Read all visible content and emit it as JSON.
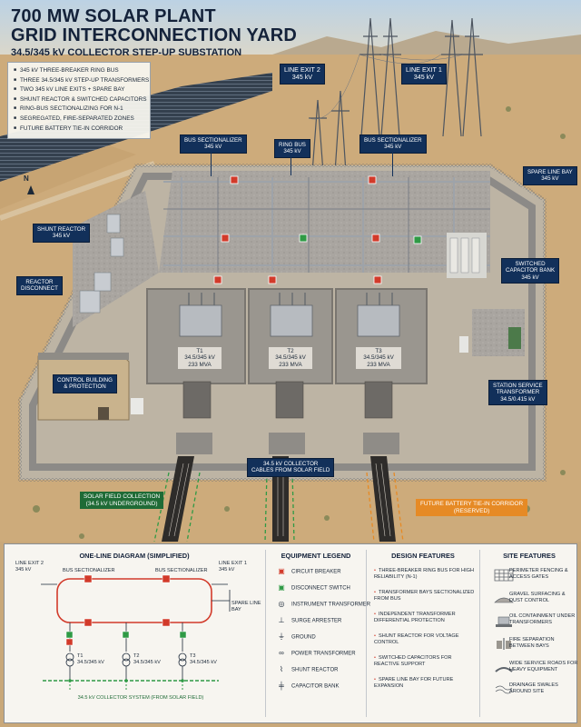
{
  "scene": {
    "title_line1": "700 MW SOLAR PLANT",
    "title_line2": "GRID INTERCONNECTION YARD",
    "subtitle": "34.5/345 kV COLLECTOR STEP-UP SUBSTATION",
    "bullets": [
      "345 kV THREE-BREAKER RING BUS",
      "THREE 34.5/345 kV STEP-UP TRANSFORMERS",
      "TWO 345 kV LINE EXITS + SPARE BAY",
      "SHUNT REACTOR & SWITCHED CAPACITORS",
      "RING-BUS SECTIONALIZING FOR N-1",
      "SEGREGATED, FIRE-SEPARATED ZONES",
      "FUTURE BATTERY TIE-IN CORRIDOR"
    ],
    "north": "N",
    "labels": {
      "line_exit_2": [
        "LINE EXIT 2",
        "345 kV"
      ],
      "line_exit_1": [
        "LINE EXIT 1",
        "345 kV"
      ],
      "bus_sec_left": [
        "BUS SECTIONALIZER",
        "345 kV"
      ],
      "ring_bus": [
        "RING BUS",
        "345 kV"
      ],
      "bus_sec_right": [
        "BUS SECTIONALIZER",
        "345 kV"
      ],
      "spare_line_bay": [
        "SPARE LINE BAY",
        "345 kV"
      ],
      "shunt_reactor": [
        "SHUNT REACTOR",
        "345 kV"
      ],
      "reactor_disconnect": [
        "REACTOR",
        "DISCONNECT"
      ],
      "switched_cap": [
        "SWITCHED",
        "CAPACITOR BANK",
        "345 kV"
      ],
      "control_building": [
        "CONTROL BUILDING",
        "& PROTECTION"
      ],
      "station_service": [
        "STATION SERVICE",
        "TRANSFORMER",
        "34.5/0.415 kV"
      ],
      "collector_cables": [
        "34.5 kV COLLECTOR",
        "CABLES FROM SOLAR FIELD"
      ]
    },
    "transformers": [
      [
        "T1",
        "34.5/345 kV",
        "233 MVA"
      ],
      [
        "T2",
        "34.5/345 kV",
        "233 MVA"
      ],
      [
        "T3",
        "34.5/345 kV",
        "233 MVA"
      ]
    ],
    "solar_callout": [
      "SOLAR FIELD COLLECTION",
      "(34.5 kV UNDERGROUND)"
    ],
    "future_callout": [
      "FUTURE BATTERY TIE-IN CORRIDOR",
      "(RESERVED)"
    ]
  },
  "one_line": {
    "title": "ONE-LINE DIAGRAM (SIMPLIFIED)",
    "line_exit_2": [
      "LINE EXIT 2",
      "345 kV"
    ],
    "line_exit_1": [
      "LINE EXIT 1",
      "345 kV"
    ],
    "bus_sec_left": "BUS SECTIONALIZER",
    "bus_sec_right": "BUS SECTIONALIZER",
    "spare": [
      "SPARE LINE",
      "BAY"
    ],
    "t1": [
      "T1",
      "34.5/345 kV"
    ],
    "t2": [
      "T2",
      "34.5/345 kV"
    ],
    "t3": [
      "T3",
      "34.5/345 kV"
    ],
    "collector": "34.5 kV COLLECTOR SYSTEM (FROM SOLAR FIELD)"
  },
  "legend": {
    "title": "EQUIPMENT LEGEND",
    "items": [
      {
        "label": "CIRCUIT BREAKER",
        "icon": "red-square"
      },
      {
        "label": "DISCONNECT SWITCH",
        "icon": "green-square"
      },
      {
        "label": "INSTRUMENT TRANSFORMER",
        "icon": "double-circle"
      },
      {
        "label": "SURGE ARRESTER",
        "icon": "arrester"
      },
      {
        "label": "GROUND",
        "icon": "ground"
      },
      {
        "label": "POWER TRANSFORMER",
        "icon": "transformer"
      },
      {
        "label": "SHUNT REACTOR",
        "icon": "reactor"
      },
      {
        "label": "CAPACITOR BANK",
        "icon": "capacitor"
      }
    ]
  },
  "design": {
    "title": "DESIGN FEATURES",
    "items": [
      "THREE-BREAKER RING BUS FOR HIGH RELIABILITY (N-1)",
      "TRANSFORMER BAYS SECTIONALIZED FROM BUS",
      "INDEPENDENT TRANSFORMER DIFFERENTIAL PROTECTION",
      "SHUNT REACTOR FOR VOLTAGE CONTROL",
      "SWITCHED CAPACITORS FOR REACTIVE SUPPORT",
      "SPARE LINE BAY FOR FUTURE EXPANSION"
    ]
  },
  "site": {
    "title": "SITE FEATURES",
    "items": [
      {
        "label": "PERIMETER FENCING & ACCESS GATES",
        "icon": "fence-icon"
      },
      {
        "label": "GRAVEL SURFACING & DUST CONTROL",
        "icon": "gravel-icon"
      },
      {
        "label": "OIL CONTAINMENT UNDER TRANSFORMERS",
        "icon": "oil-icon"
      },
      {
        "label": "FIRE SEPARATION BETWEEN BAYS",
        "icon": "fire-icon"
      },
      {
        "label": "WIDE SERVICE ROADS FOR HEAVY EQUIPMENT",
        "icon": "road-icon"
      },
      {
        "label": "DRAINAGE SWALES AROUND SITE",
        "icon": "drain-icon"
      }
    ]
  },
  "colors": {
    "navy": "#12305a",
    "breaker_red": "#d23a2a",
    "disconnect_green": "#2f9a45",
    "collector_green": "#1f6b36",
    "future_orange": "#e68a25"
  }
}
